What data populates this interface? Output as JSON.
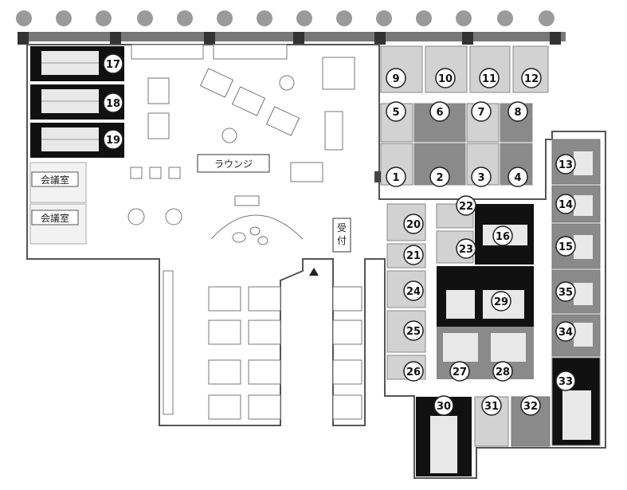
{
  "labels": {
    "lounge": "ラウンジ",
    "meeting_room_1": "会議室",
    "meeting_room_2": "会議室",
    "reception": "受付"
  },
  "rooms": [
    "1",
    "2",
    "3",
    "4",
    "5",
    "6",
    "7",
    "8",
    "9",
    "10",
    "11",
    "12",
    "13",
    "14",
    "15",
    "16",
    "17",
    "18",
    "19",
    "20",
    "21",
    "22",
    "23",
    "24",
    "25",
    "26",
    "27",
    "28",
    "29",
    "30",
    "31",
    "32",
    "33",
    "34",
    "35"
  ],
  "colors": {
    "wall": "#444444",
    "dark_room": "#111111",
    "mid_room": "#8a8a8a",
    "light_room": "#d2d2d2",
    "column": "#9a9a9a"
  },
  "icons": {
    "entrance": "entrance-triangle-icon"
  }
}
